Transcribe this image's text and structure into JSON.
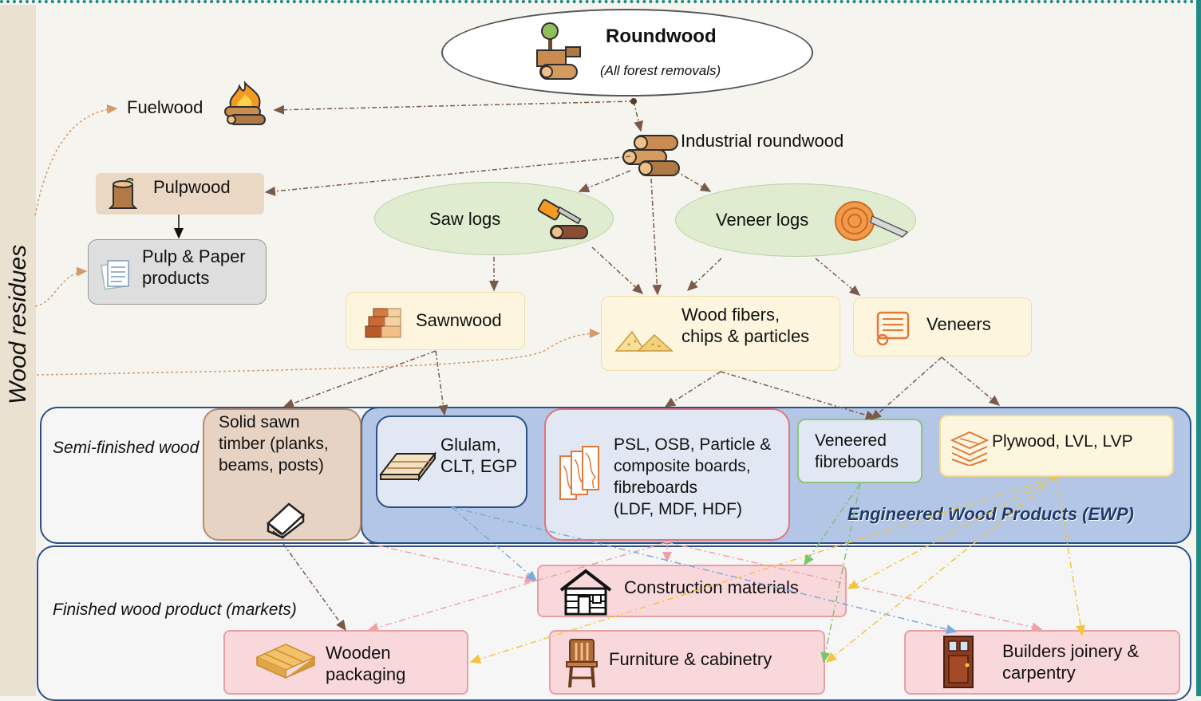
{
  "side_label": "Wood residues",
  "roundwood": {
    "title": "Roundwood",
    "subtitle": "(All forest removals)"
  },
  "fuelwood": "Fuelwood",
  "industrial_roundwood": "Industrial roundwood",
  "pulpwood": "Pulpwood",
  "pulp_paper": "Pulp & Paper\nproducts",
  "saw_logs": "Saw logs",
  "veneer_logs": "Veneer logs",
  "sawnwood": "Sawnwood",
  "wood_fibers": "Wood fibers,\nchips & particles",
  "veneers": "Veneers",
  "semi_finished_label": "Semi-finished\nwood products",
  "solid_sawn": "Solid sawn\ntimber (planks,\nbeams, posts)",
  "glulam": "Glulam,\nCLT, EGP",
  "psl": "PSL, OSB, Particle &\ncomposite boards,\nfibreboards\n(LDF, MDF, HDF)",
  "veneered_fibreboards": "Veneered\nfibreboards",
  "plywood": "Plywood, LVL, LVP",
  "ewp_label": "Engineered Wood Products (EWP)",
  "finished_label": "Finished wood\nproduct\n(markets)",
  "construction": "Construction materials",
  "packaging": "Wooden\npackaging",
  "furniture": "Furniture & cabinetry",
  "joinery": "Builders joinery &\ncarpentry",
  "icons": [
    "tree-stump-logs-icon",
    "fire-logs-icon",
    "log-stack-icon",
    "stump-icon",
    "paper-stack-icon",
    "chainsaw-log-icon",
    "log-slice-icon",
    "planks-icon",
    "wood-chips-icon",
    "veneer-roll-icon",
    "timber-beam-icon",
    "lumber-boards-icon",
    "board-panels-icon",
    "plywood-layers-icon",
    "log-cabin-icon",
    "pallet-icon",
    "chair-icon",
    "door-icon"
  ],
  "colors": {
    "flow_brown": "#7a5a48",
    "residue_dotted": "#d49a6a",
    "to_market_red": "#f2a0a8",
    "to_market_blue": "#79aadd",
    "to_market_yellow": "#f3c53f",
    "to_market_green": "#7cc46c",
    "ewp_fill": "#b3c6e5",
    "market_fill": "#f9d8dc",
    "accent_teal": "#1f8a84"
  }
}
